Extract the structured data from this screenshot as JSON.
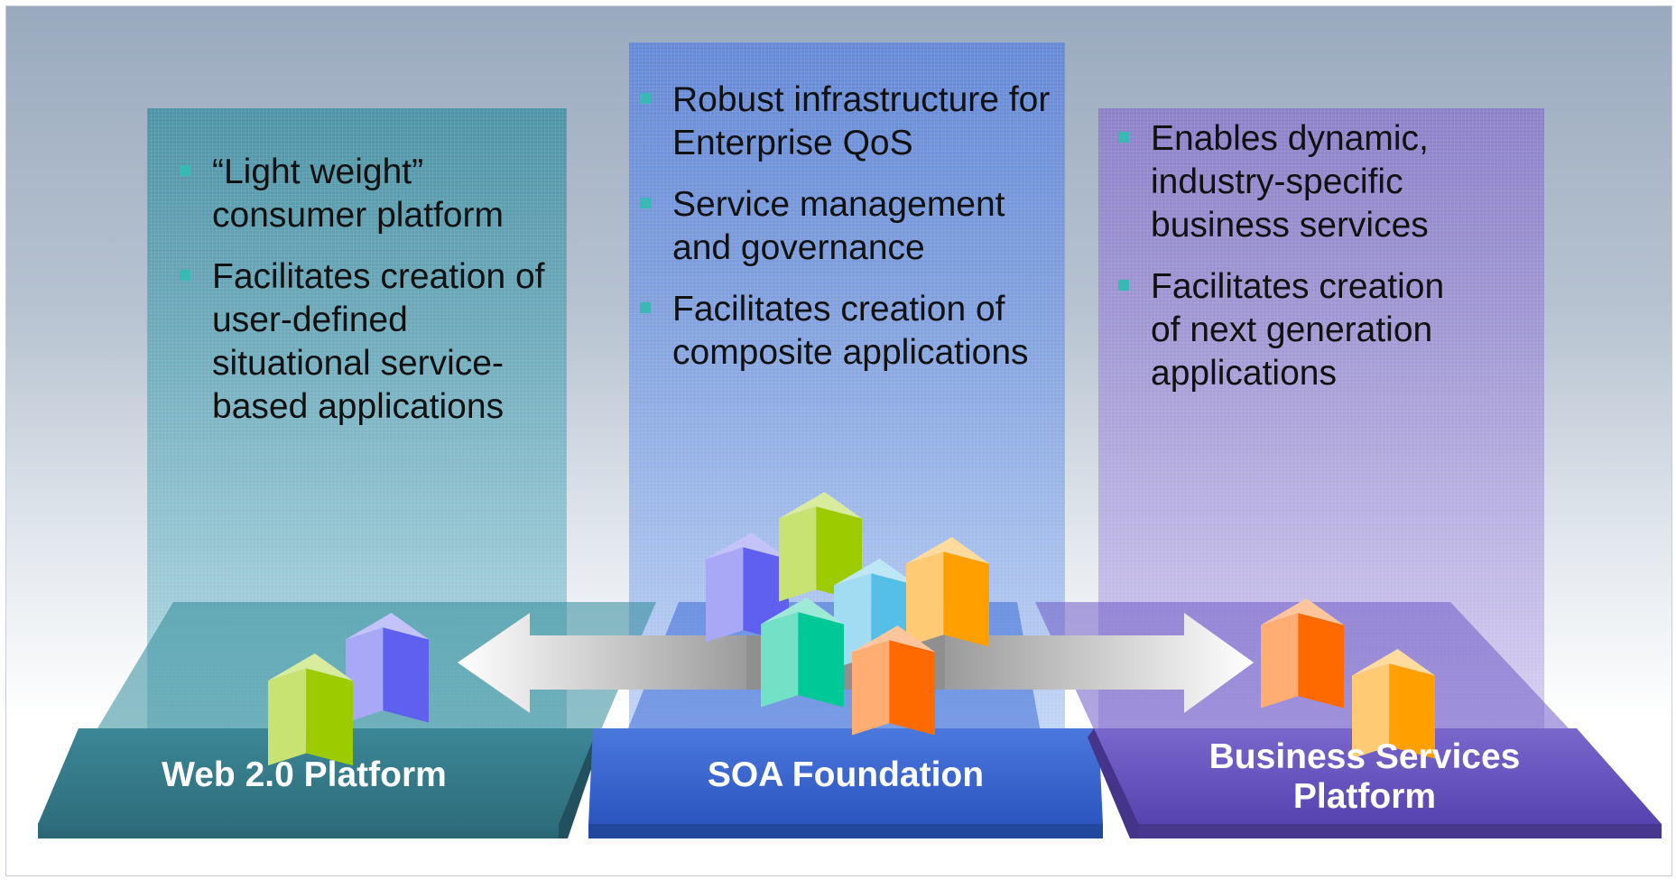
{
  "columns": [
    {
      "id": "web20",
      "bullets": [
        "“Light weight” consumer platform",
        "Facilitates creation of user-defined situational service-based applications"
      ],
      "platform_label": "Web 2.0 Platform",
      "color": "#3f8ea0"
    },
    {
      "id": "soa",
      "bullets": [
        "Robust infrastructure for Enterprise QoS",
        "Service management and governance",
        "Facilitates creation of composite applications"
      ],
      "platform_label": "SOA Foundation",
      "color": "#5b82d8"
    },
    {
      "id": "business",
      "bullets": [
        "Enables dynamic, industry-specific business services",
        "Facilitates creation of next generation applications"
      ],
      "platform_label": "Business Services Platform",
      "color": "#8878c8"
    }
  ],
  "colors": {
    "bullet": "#38b9b4",
    "cube_lime": "#9ccc00",
    "cube_violet": "#6060f0",
    "cube_sky": "#55bfe8",
    "cube_amber": "#ff9f00",
    "cube_teal": "#00c896",
    "cube_orange": "#ff6a00"
  },
  "arrow_icon": "double-headed-arrow-icon",
  "cube_icon": "3d-cube-icon"
}
